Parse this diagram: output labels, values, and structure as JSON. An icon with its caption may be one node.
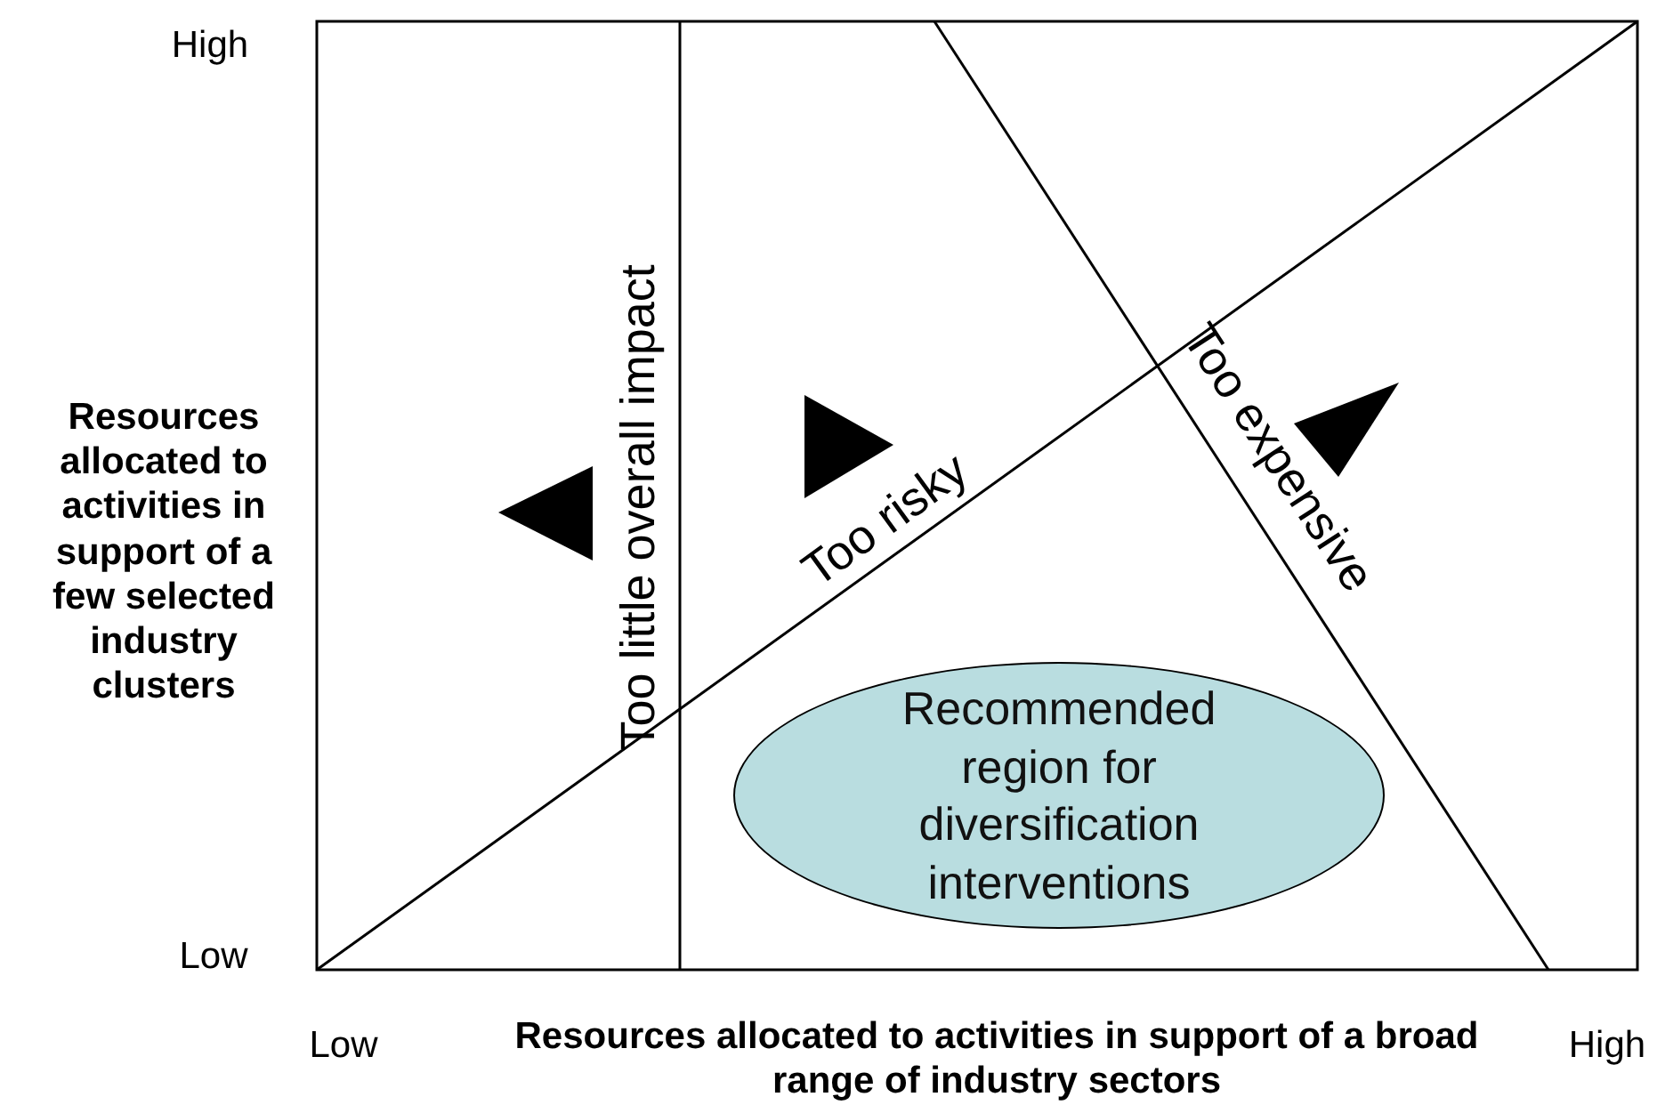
{
  "diagram": {
    "nodes": [
      {
        "text": [
          "Recommended region for diversification interventions"
        ]
      }
    ],
    "edges": [],
    "labels": [
      "High",
      "Resources allocated to activities in support of a few selected industry clusters",
      "Too little overall impact",
      "Too risky",
      "Too expensive",
      "Low",
      "Low",
      "Resources allocated to activities in support of a broad range of industry sectors",
      "High"
    ]
  }
}
